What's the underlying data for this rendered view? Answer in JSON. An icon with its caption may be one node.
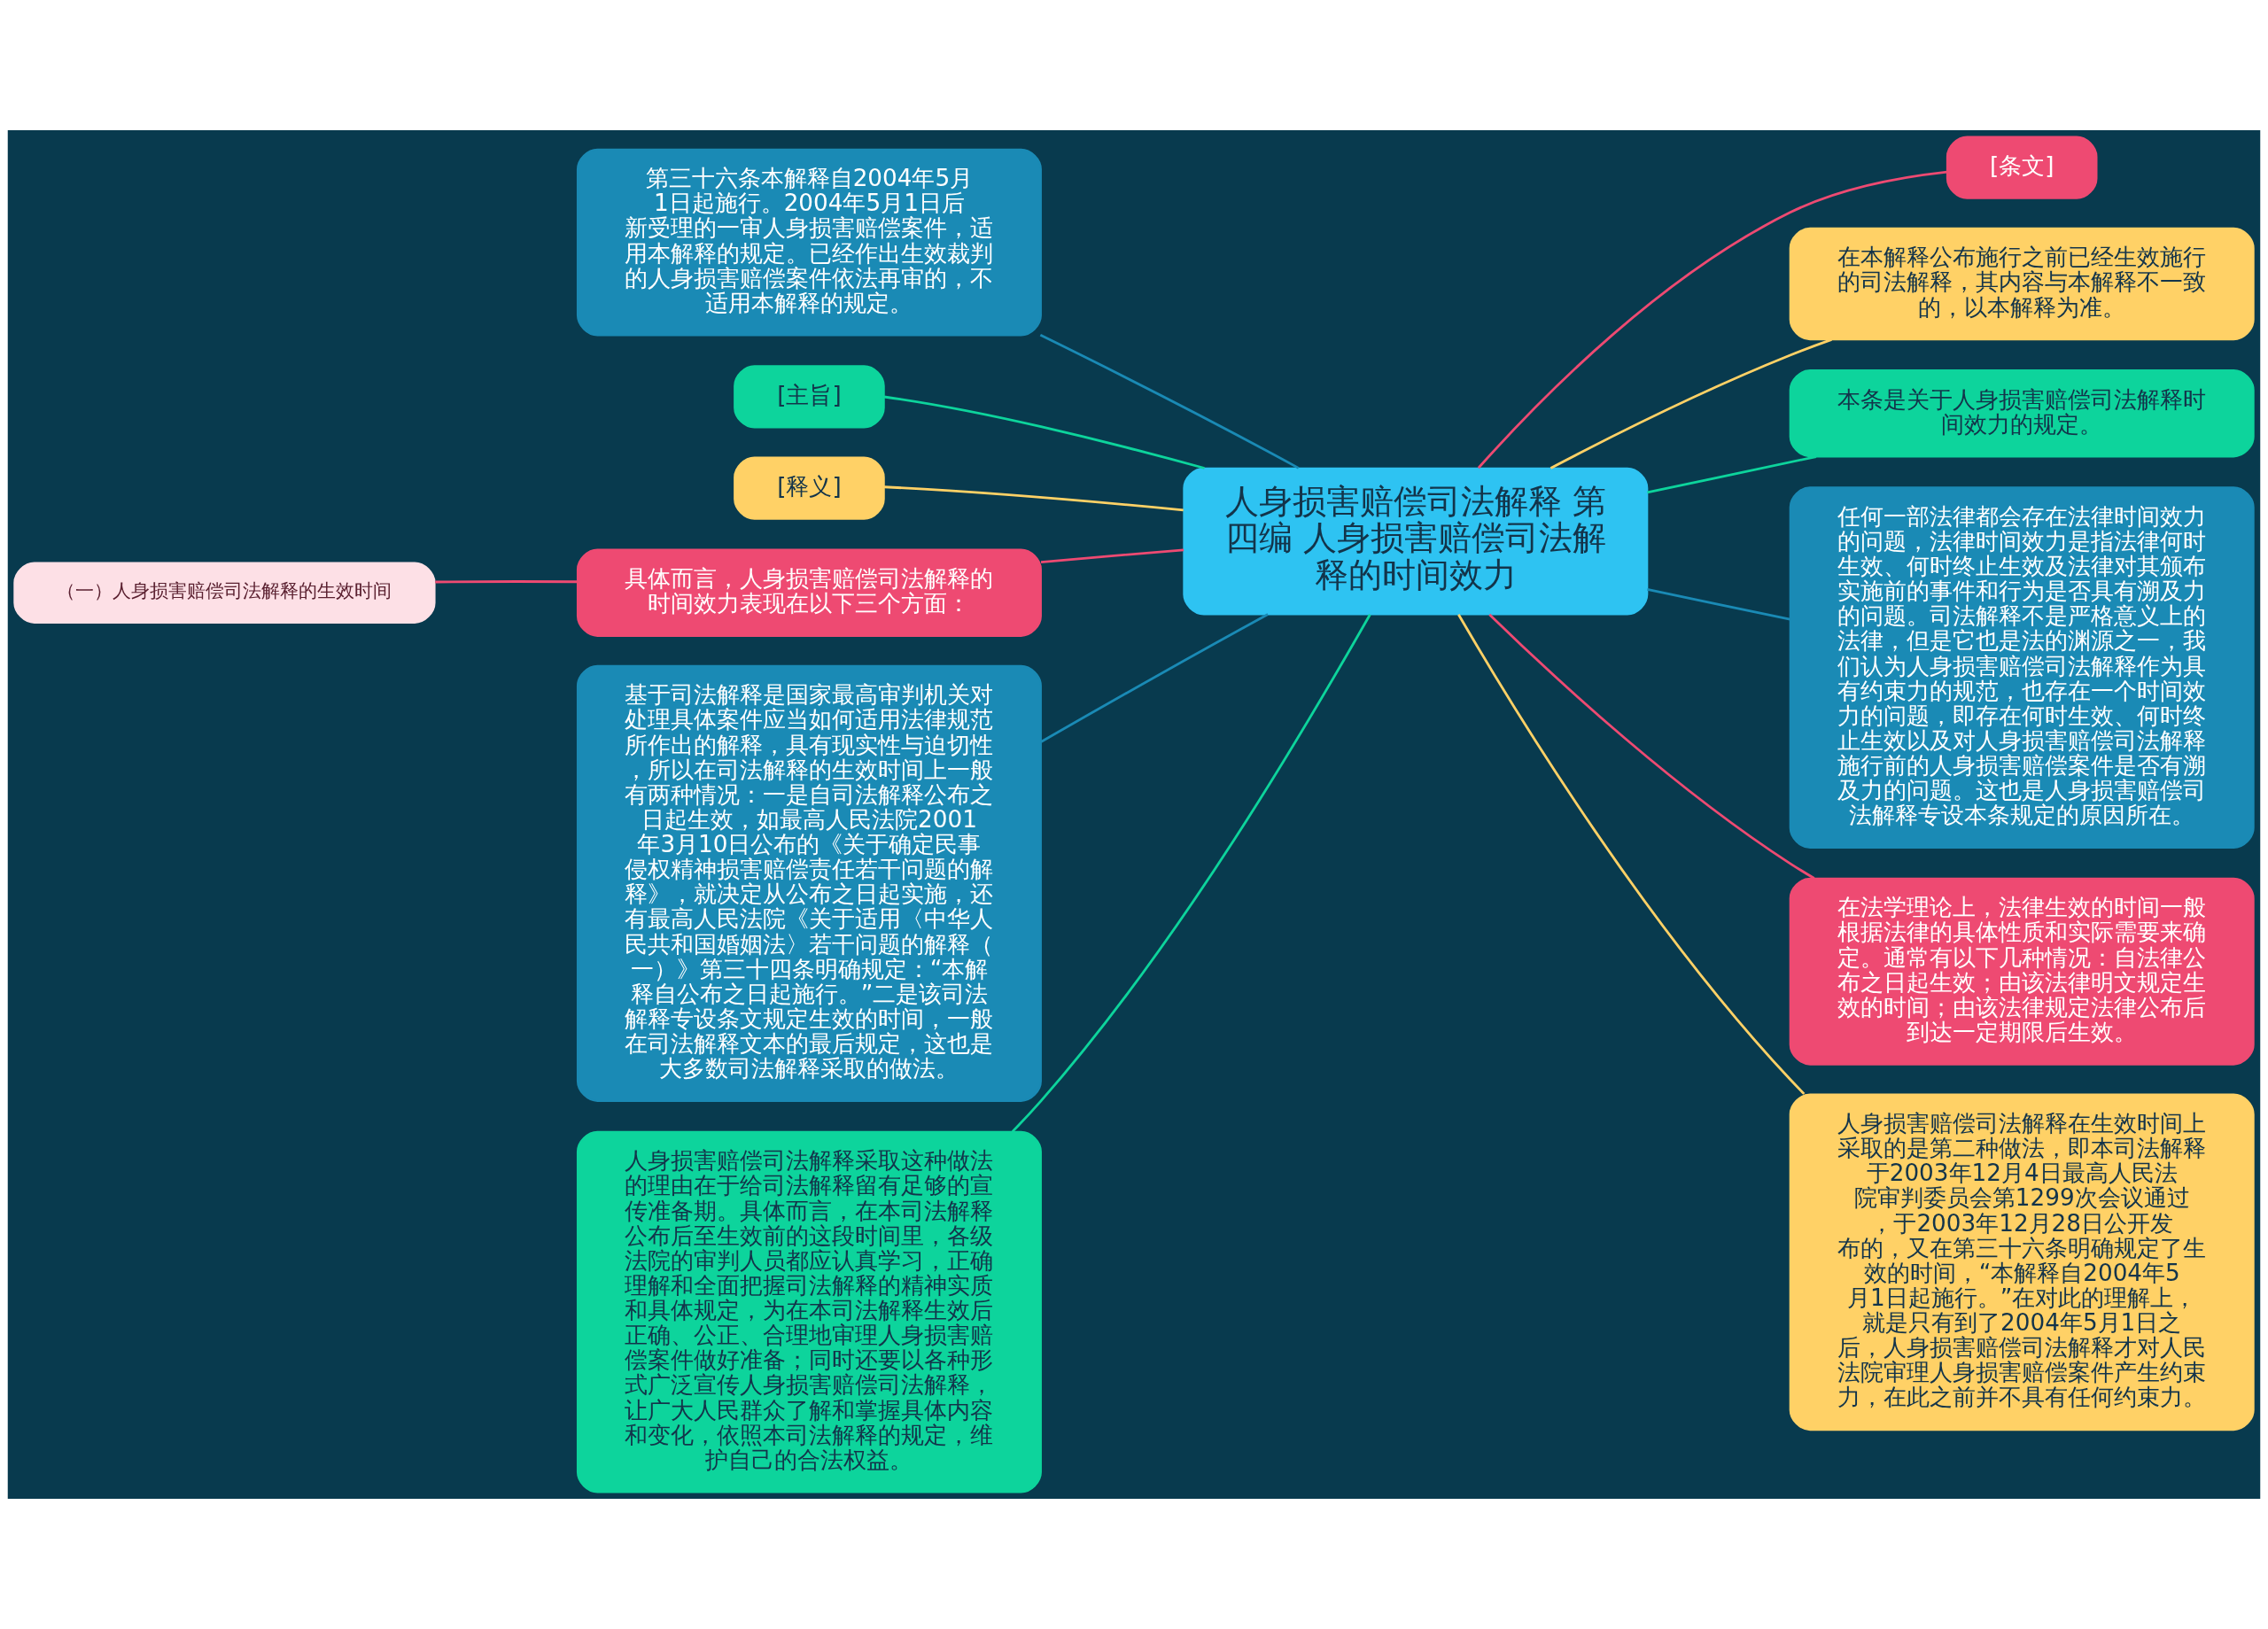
{
  "diagram": {
    "nodes": [
      {
        "text": [
          "人身损害赔偿司法解释 第四编 人身损害赔偿司法解释的时间效力"
        ]
      },
      {
        "text": [
          "第三十六条本解释自2004年5月1日起施行。2004年5月1日后新受理的一审人身损害赔偿案件，适用本解释的规定。已经作出生效裁判的人身损害赔偿案件依法再审的，不适用本解释的规定。"
        ]
      },
      {
        "text": [
          "[主旨]"
        ]
      },
      {
        "text": [
          "[释义]"
        ]
      },
      {
        "text": [
          "具体而言，人身损害赔偿司法解释的时间效力表现在以下三个方面："
        ]
      },
      {
        "text": [
          "（一）人身损害赔偿司法解释的生效时间"
        ]
      },
      {
        "text": [
          "基于司法解释是国家最高审判机关对处理具体案件应当如何适用法律规范所作出的解释，具有现实性与迫切性，所以在司法解释的生效时间上一般有两种情况：一是自司法解释公布之日起生效，如最高人民法院2001年3月10日公布的《关于确定民事侵权精神损害赔偿责任若干问题的解释》，就决定从公布之日起实施，还有最高人民法院《关于适用〈中华人民共和国婚姻法〉若干问题的解释（一）》第三十四条明确规定：“本解释自公布之日起施行。”二是该司法解释专设条文规定生效的时间，一般在司法解释文本的最后规定，这也是大多数司法解释采取的做法。"
        ]
      },
      {
        "text": [
          "人身损害赔偿司法解释采取这种做法的理由在于给司法解释留有足够的宣传准备期。具体而言，在本司法解释公布后至生效前的这段时间里，各级法院的审判人员都应认真学习，正确理解和全面把握司法解释的精神实质和具体规定，为在本司法解释生效后正确、公正、合理地审理人身损害赔偿案件做好准备；同时还要以各种形式广泛宣传人身损害赔偿司法解释，让广大人民群众了解和掌握具体内容和变化，依照本司法解释的规定，维护自己的合法权益。"
        ]
      },
      {
        "text": [
          "[条文]"
        ]
      },
      {
        "text": [
          "在本解释公布施行之前已经生效施行的司法解释，其内容与本解释不一致的，以本解释为准。"
        ]
      },
      {
        "text": [
          "本条是关于人身损害赔偿司法解释时间效力的规定。"
        ]
      },
      {
        "text": [
          "任何一部法律都会存在法律时间效力的问题，法律时间效力是指法律何时生效、何时终止生效及法律对其颁布实施前的事件和行为是否具有溯及力的问题。司法解释不是严格意义上的法律，但是它也是法的渊源之一，我们认为人身损害赔偿司法解释作为具有约束力的规范，也存在一个时间效力的问题，即存在何时生效、何时终止生效以及对人身损害赔偿司法解释施行前的人身损害赔偿案件是否有溯及力的问题。这也是人身损害赔偿司法解释专设本条规定的原因所在。"
        ]
      },
      {
        "text": [
          "在法学理论上，法律生效的时间一般根据法律的具体性质和实际需要来确定。通常有以下几种情况：自法律公布之日起生效；由该法律明文规定生效的时间；由该法律规定法律公布后到达一定期限后生效。"
        ]
      },
      {
        "text": [
          "人身损害赔偿司法解释在生效时间上采取的是第二种做法，即本司法解释于2003年12月4日最高人民法院审判委员会第1299次会议通过，于2003年12月28日公开发布的，又在第三十六条明确规定了生效的时间，“本解释自2004年5月1日起施行。”在对此的理解上，就是只有到了2004年5月1日之后，人身损害赔偿司法解释才对人民法院审理人身损害赔偿案件产生约束力，在此之前并不具有任何约束力。"
        ]
      }
    ],
    "edges": [
      {
        "from": 0,
        "to": 1,
        "arrow": "none",
        "color": "#1a8ab5"
      },
      {
        "from": 0,
        "to": 2,
        "arrow": "none",
        "color": "#0dd49c"
      },
      {
        "from": 0,
        "to": 3,
        "arrow": "none",
        "color": "#ffd166"
      },
      {
        "from": 0,
        "to": 4,
        "arrow": "none",
        "color": "#ee4a72"
      },
      {
        "from": 4,
        "to": 5,
        "arrow": "none",
        "color": "#ee4a72"
      },
      {
        "from": 0,
        "to": 6,
        "arrow": "none",
        "color": "#1a8ab5"
      },
      {
        "from": 0,
        "to": 7,
        "arrow": "none",
        "color": "#0dd49c"
      },
      {
        "from": 0,
        "to": 8,
        "arrow": "none",
        "color": "#ee4a72"
      },
      {
        "from": 0,
        "to": 9,
        "arrow": "none",
        "color": "#ffd166"
      },
      {
        "from": 0,
        "to": 10,
        "arrow": "none",
        "color": "#0dd49c"
      },
      {
        "from": 0,
        "to": 11,
        "arrow": "none",
        "color": "#1a8ab5"
      },
      {
        "from": 0,
        "to": 12,
        "arrow": "none",
        "color": "#ee4a72"
      },
      {
        "from": 0,
        "to": 13,
        "arrow": "none",
        "color": "#ffd166"
      }
    ]
  }
}
